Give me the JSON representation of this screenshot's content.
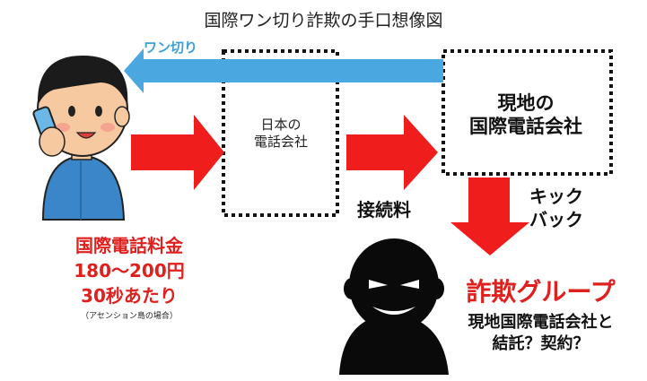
{
  "title": "国際ワン切り詐欺の手口想像図",
  "one_ring_arrow_label": "ワン切り",
  "japan_carrier_box": {
    "line1": "日本の",
    "line2": "電話会社"
  },
  "local_carrier_box": {
    "line1": "現地の",
    "line2": "国際電話会社"
  },
  "connection_fee_label": "接続料",
  "kickback_label": {
    "line1": "キック",
    "line2": "バック"
  },
  "call_rate": {
    "line1": "国際電話料金",
    "line2": "180～200円",
    "line3": "30秒あたり",
    "note": "（アセンション島の場合）"
  },
  "fraud_group": {
    "heading": "詐欺グループ",
    "line1": "現地国際電話会社と",
    "line2": "結託？契約？"
  },
  "colors": {
    "red_arrow": "#f01d1d",
    "blue_arrow": "#4aa7e0",
    "accent_red_text": "#e0201e",
    "box_border": "#111111"
  }
}
